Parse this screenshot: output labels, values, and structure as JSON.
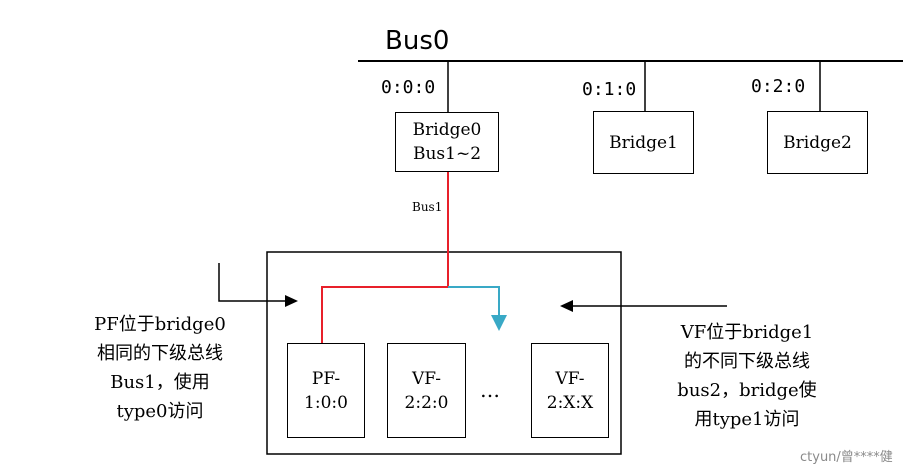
{
  "bus": {
    "label": "Bus0"
  },
  "bridges": [
    {
      "addr": "0:0:0",
      "line1": "Bridge0",
      "line2": "Bus1~2"
    },
    {
      "addr": "0:1:0",
      "line1": "Bridge1"
    },
    {
      "addr": "0:2:0",
      "line1": "Bridge2"
    }
  ],
  "bus1_label": "Bus1",
  "functions": [
    {
      "line1": "PF-",
      "line2": "1:0:0"
    },
    {
      "line1": "VF-",
      "line2": "2:2:0"
    },
    {
      "line1": "VF-",
      "line2": "2:X:X"
    }
  ],
  "ellipsis": "…",
  "notes": {
    "left": [
      "PF位于bridge0",
      "相同的下级总线",
      "Bus1，使用",
      "type0访问"
    ],
    "right": [
      "VF位于bridge1",
      "的不同下级总线",
      "bus2，bridge使",
      "用type1访问"
    ]
  },
  "watermark": "ctyun/曾****健",
  "colors": {
    "red": "#e8202a",
    "cyan": "#39a9c6"
  }
}
